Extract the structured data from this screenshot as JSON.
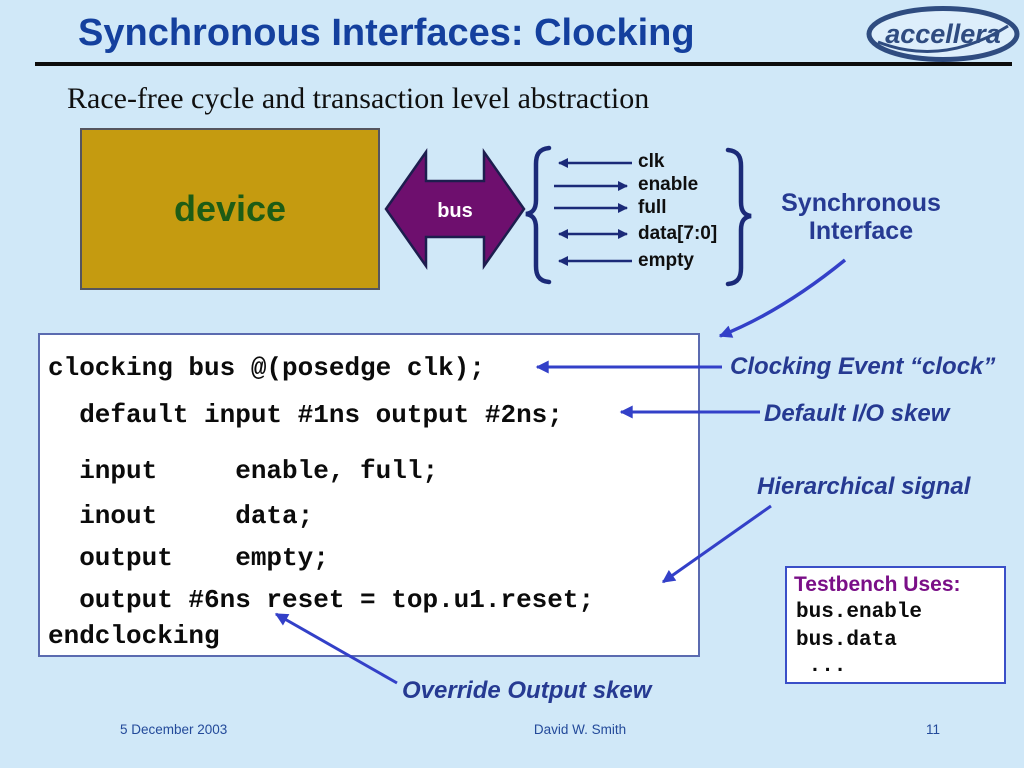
{
  "slide": {
    "title": "Synchronous Interfaces: Clocking",
    "subtitle": "Race-free cycle and transaction level abstraction",
    "logo_text": "accellera",
    "footer": {
      "date": "5 December 2003",
      "author": "David W. Smith",
      "page": "11"
    }
  },
  "diagram": {
    "device_label": "device",
    "bus_label": "bus",
    "signals": [
      {
        "name": "clk",
        "dir": "to-device"
      },
      {
        "name": "enable",
        "dir": "from-device"
      },
      {
        "name": "full",
        "dir": "from-device"
      },
      {
        "name": "data[7:0]",
        "dir": "bidirectional"
      },
      {
        "name": "empty",
        "dir": "to-device"
      }
    ],
    "interface_label_line1": "Synchronous",
    "interface_label_line2": "Interface"
  },
  "code": {
    "lines": [
      "clocking bus @(posedge clk);",
      "  default input #1ns output #2ns;",
      "  input     enable, full;",
      "  inout     data;",
      "  output    empty;",
      "  output #6ns reset = top.u1.reset;",
      "endclocking"
    ]
  },
  "annotations": {
    "clocking_event": "Clocking Event “clock”",
    "default_skew": "Default I/O skew",
    "hierarchical": "Hierarchical signal",
    "override_skew": "Override Output skew"
  },
  "testbench": {
    "title": "Testbench Uses:",
    "lines": [
      "bus.enable",
      "bus.data",
      " ..."
    ]
  },
  "colors": {
    "background": "#d0e8f8",
    "title_blue": "#14409e",
    "device_gold": "#c59b10",
    "device_text_green": "#1d5c15",
    "bus_purple": "#6e0f6e",
    "signal_navy": "#1b2a78",
    "annotation_blue": "#263a92",
    "arrow_blue": "#3340c8",
    "testbench_purple": "#7a0f87",
    "code_box_border": "#5b6bb0",
    "logo_blue": "#2f4c80"
  }
}
